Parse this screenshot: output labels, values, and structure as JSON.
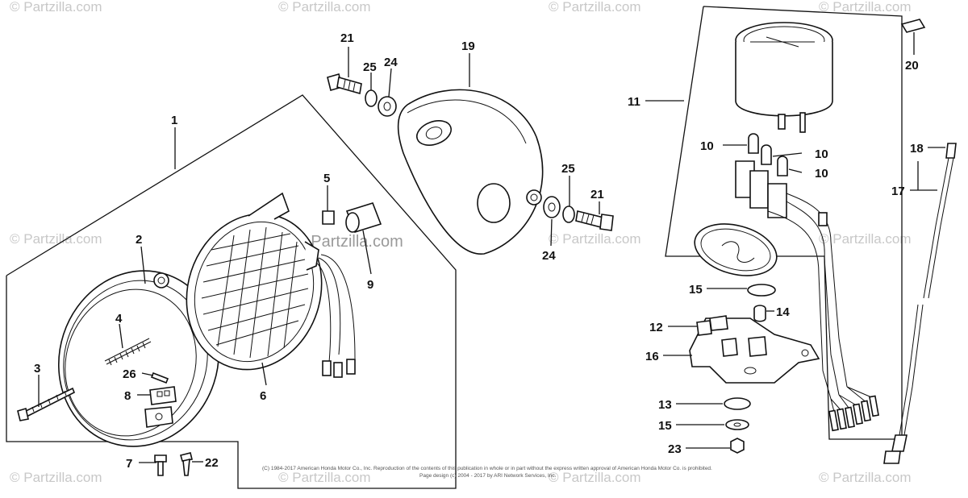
{
  "watermark": "© Partzilla.com",
  "watermark_center": "© Partzilla.com",
  "copyright_line1": "(C) 1984-2017 American Honda Motor Co., Inc. Reproduction of the contents of this publication in whole or in part without the express written approval of American Honda Motor Co. is prohibited.",
  "copyright_line2": "Page design (c) 2004 - 2017 by ARI Network Services, Inc.",
  "callouts": {
    "c1": "1",
    "c2": "2",
    "c3": "3",
    "c4": "4",
    "c5": "5",
    "c6": "6",
    "c7": "7",
    "c8": "8",
    "c9": "9",
    "c10a": "10",
    "c10b": "10",
    "c10c": "10",
    "c11": "11",
    "c12": "12",
    "c13": "13",
    "c14": "14",
    "c15a": "15",
    "c15b": "15",
    "c16": "16",
    "c17": "17",
    "c18": "18",
    "c19": "19",
    "c20": "20",
    "c21a": "21",
    "c21b": "21",
    "c22": "22",
    "c23": "23",
    "c24a": "24",
    "c24b": "24",
    "c25a": "25",
    "c25b": "25",
    "c26": "26"
  }
}
